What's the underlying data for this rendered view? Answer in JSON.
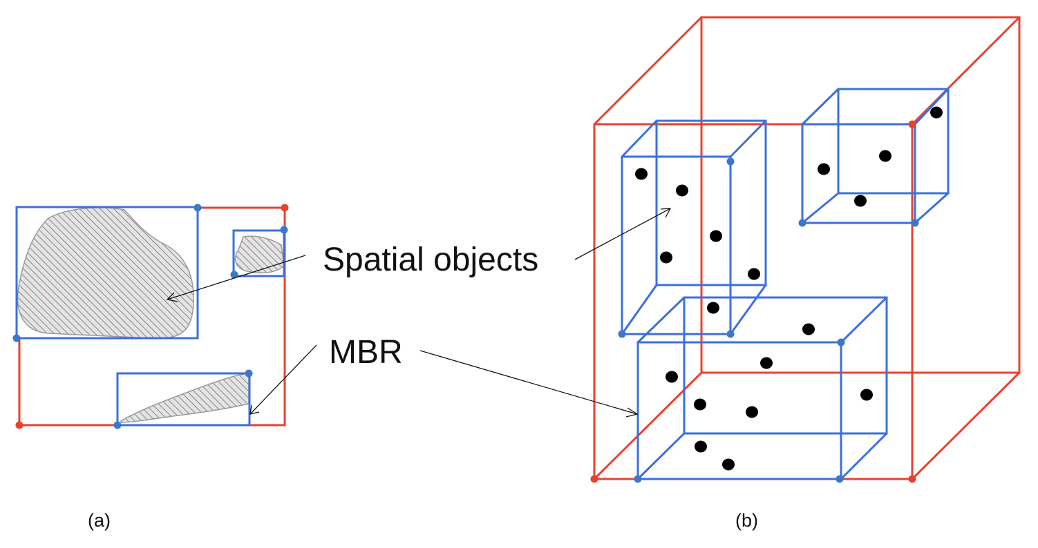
{
  "labels": {
    "spatial_objects": "Spatial objects",
    "mbr": "MBR",
    "panel_a": "(a)",
    "panel_b": "(b)"
  },
  "colors": {
    "outer_mbr": "#e8412f",
    "inner_mbr": "#3a6fe0",
    "corner_red": "#e8412f",
    "corner_blue": "#3b78c9",
    "point": "#000000",
    "hatch": "#8c8c8c"
  }
}
